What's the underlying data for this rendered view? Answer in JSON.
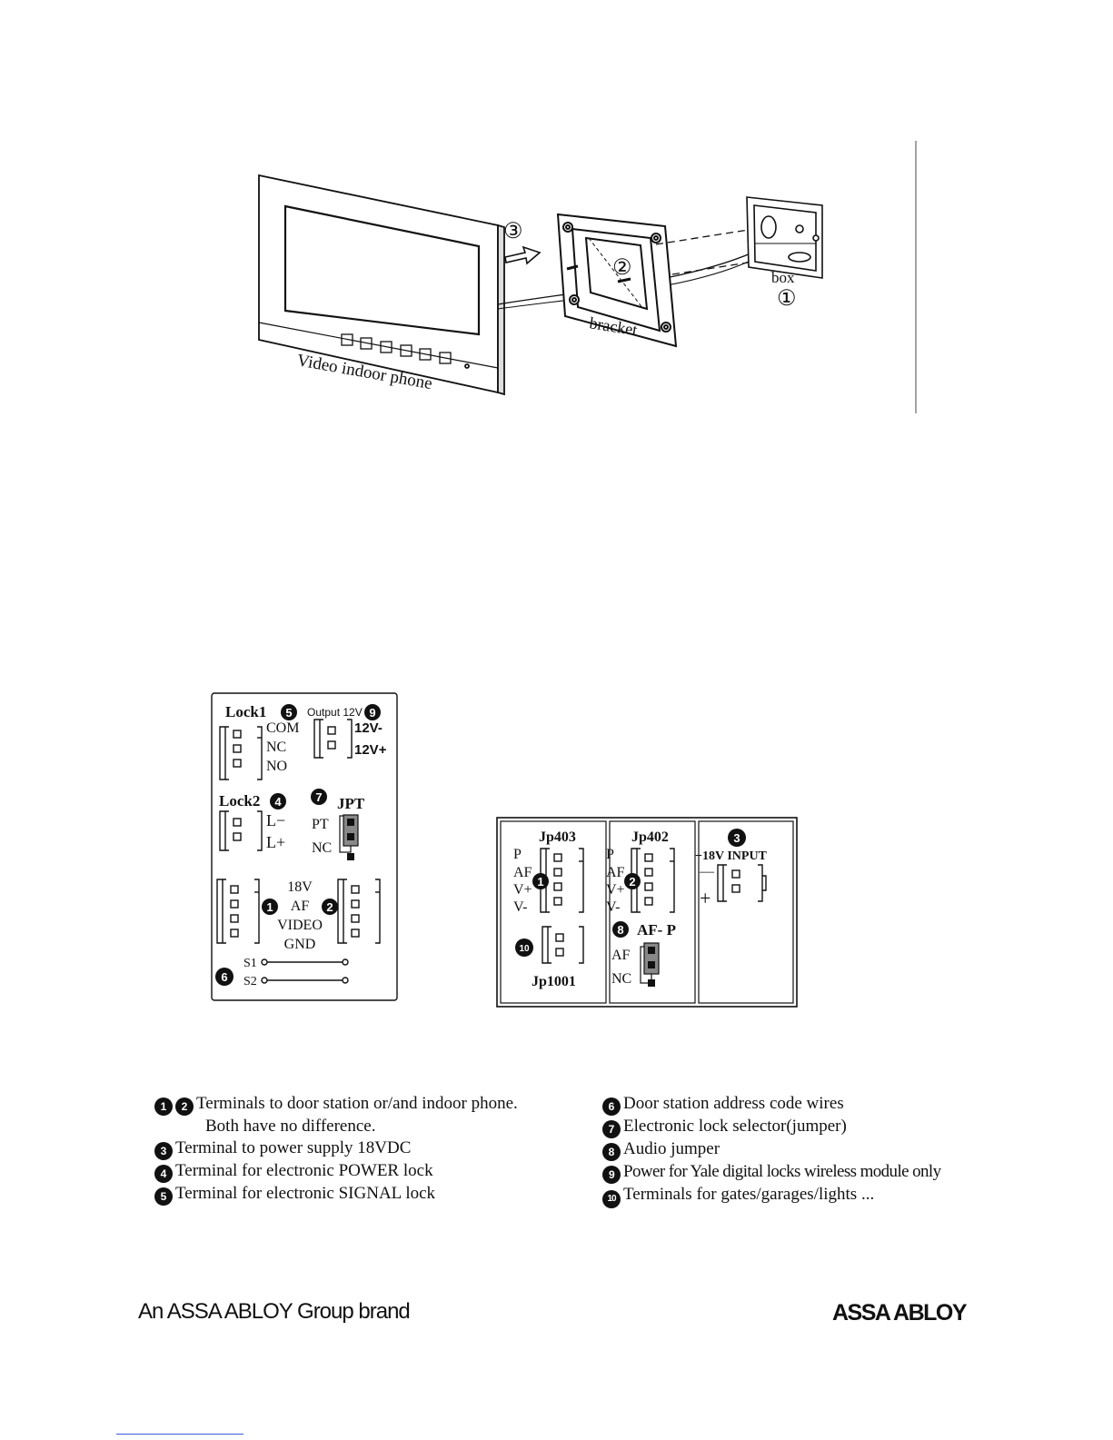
{
  "install_diagram": {
    "label_video_phone": "Video indoor phone",
    "label_bracket": "bracket",
    "label_box": "box",
    "step_1": "①",
    "step_2": "②",
    "step_3": "③"
  },
  "board_left": {
    "lock1": "Lock1",
    "output12v": "Output 12V",
    "com": "COM",
    "nc": "NC",
    "no": "NO",
    "v12minus": "12V-",
    "v12plus": "12V+",
    "lock2": "Lock2",
    "jpt": "JPT",
    "lminus": "L−",
    "lplus": "L+",
    "pt": "PT",
    "nc2": "NC",
    "v18": "18V",
    "af": "AF",
    "video": "VIDEO",
    "gnd": "GND",
    "s1": "S1",
    "s2": "S2",
    "badge1": "1",
    "badge2": "2",
    "badge4": "4",
    "badge5": "5",
    "badge6": "6",
    "badge7": "7",
    "badge9": "9"
  },
  "board_right": {
    "jp403": "Jp403",
    "jp402": "Jp402",
    "input18v": "+18V INPUT",
    "p1": "P",
    "af1": "AF",
    "vplus1": "V+",
    "vminus1": "V-",
    "p2": "P",
    "af2": "AF",
    "vplus2": "V+",
    "vminus2": "V-",
    "minus": "—",
    "plus": "+",
    "jp1001": "Jp1001",
    "afp": "AF- P",
    "af3": "AF",
    "nc3": "NC",
    "badge1": "1",
    "badge2": "2",
    "badge3": "3",
    "badge8": "8",
    "badge10": "10"
  },
  "legend": {
    "item12_a": "1",
    "item12_b": "2",
    "item12_text": "Terminals to door station or/and indoor phone.",
    "item12_sub": "Both have no difference.",
    "item3_num": "3",
    "item3_text": "Terminal to power supply",
    "item3_volt": "18VDC",
    "item4_num": "4",
    "item4_text": "Terminal for electronic POWER lock",
    "item5_num": "5",
    "item5_text": "Terminal for electronic SIGNAL lock",
    "item6_num": "6",
    "item6_text": "Door station address code wires",
    "item7_num": "7",
    "item7_text": "Electronic lock selector(jumper)",
    "item8_num": "8",
    "item8_text": "Audio jumper",
    "item9_num": "9",
    "item9_text": "Power for Yale digital locks wireless module only",
    "item10_num": "10",
    "item10_text": "Terminals for gates/garages/lights ..."
  },
  "footer": {
    "brand_line": "An ASSA ABLOY Group brand",
    "logo_text": "ASSA ABLOY"
  }
}
